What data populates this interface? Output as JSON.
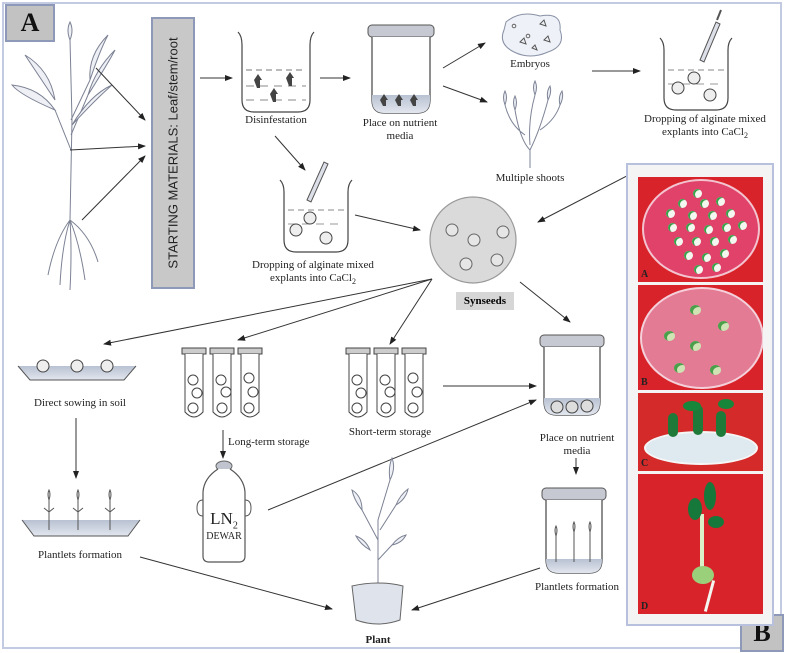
{
  "figure": {
    "panel_a_label": "A",
    "panel_b_label": "B",
    "starting_materials": "STARTING MATERIALS: Leaf/stem/root",
    "steps": {
      "disinfestation": "Disinfestation",
      "place_nutrient_1_line1": "Place on nutrient",
      "place_nutrient_1_line2": "media",
      "embryos": "Embryos",
      "multiple_shoots": "Multiple shoots",
      "dropping_right_line1": "Dropping of alginate mixed",
      "dropping_right_line2": "explants into CaCl",
      "dropping_left_line1": "Dropping of alginate mixed",
      "dropping_left_line2": "explants into CaCl",
      "cacl_subscript": "2",
      "synseeds": "Synseeds",
      "direct_sowing": "Direct sowing in soil",
      "long_term_storage": "Long-term storage",
      "short_term_storage": "Short-term storage",
      "place_nutrient_2_line1": "Place on nutrient",
      "place_nutrient_2_line2": "media",
      "plantlets_left": "Plantlets formation",
      "plantlets_right": "Plantlets formation",
      "dewar_ln": "LN",
      "dewar_sub": "2",
      "dewar_label": "DEWAR",
      "plant": "Plant"
    },
    "photos": [
      {
        "letter": "A",
        "description": "Petri dish with many encapsulated synseeds on red/pink medium"
      },
      {
        "letter": "B",
        "description": "Petri dish with germinating synseeds on pink medium"
      },
      {
        "letter": "C",
        "description": "Plantlets growing in culture vessel"
      },
      {
        "letter": "D",
        "description": "Single plantlet with root on red background"
      }
    ],
    "colors": {
      "label_box": "#c2c2c2",
      "frame_border": "#c3cbe3",
      "photo_red": "#d9232a",
      "photo_pink": "#e56a8a",
      "synseed_disc": "#d8d8d8"
    }
  }
}
